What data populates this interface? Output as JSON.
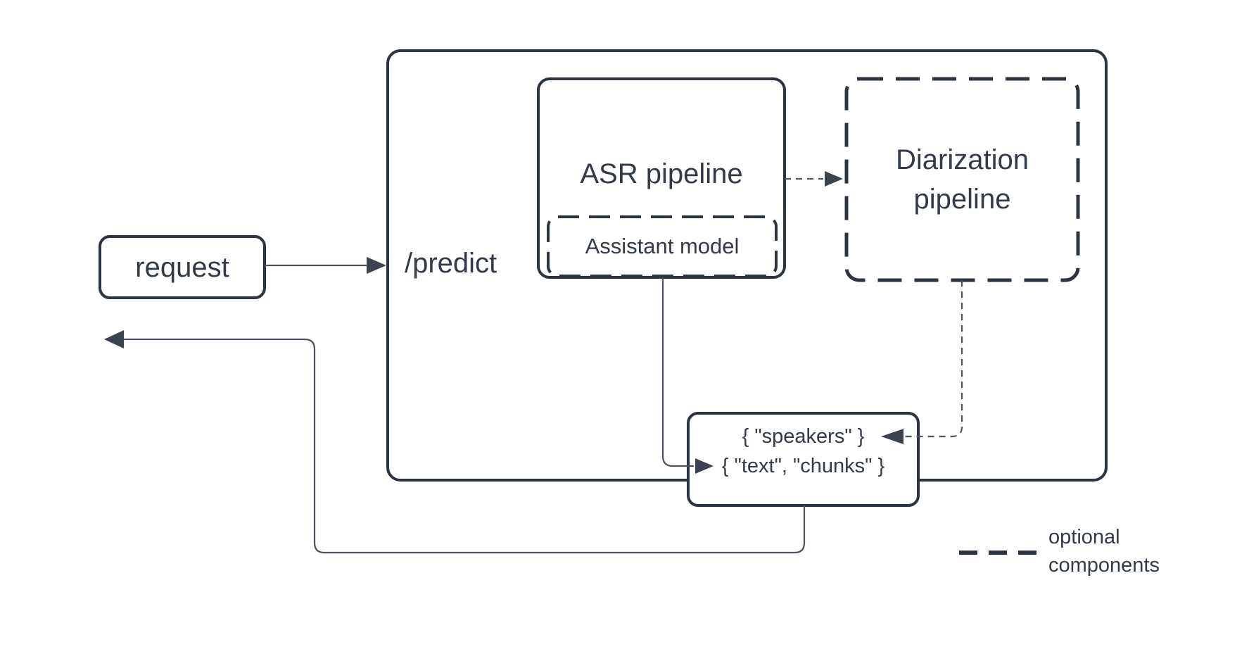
{
  "diagram": {
    "client": {
      "request_label": "request"
    },
    "server": {
      "endpoint_label": "/predict",
      "asr_pipeline": {
        "title": "ASR pipeline",
        "assistant_model_label": "Assistant model"
      },
      "diarization_pipeline": {
        "title": "Diarization pipeline"
      },
      "output": {
        "speakers_line": "{ \"speakers\" }",
        "text_chunks_line": "{ \"text\", \"chunks\" }"
      }
    },
    "legend": {
      "label": "optional components"
    },
    "colors": {
      "box_stroke": "#2b3440",
      "text": "#333b49",
      "connector_line": "#4b5260",
      "arrowhead": "#3b4350",
      "background": "#ffffff"
    }
  }
}
